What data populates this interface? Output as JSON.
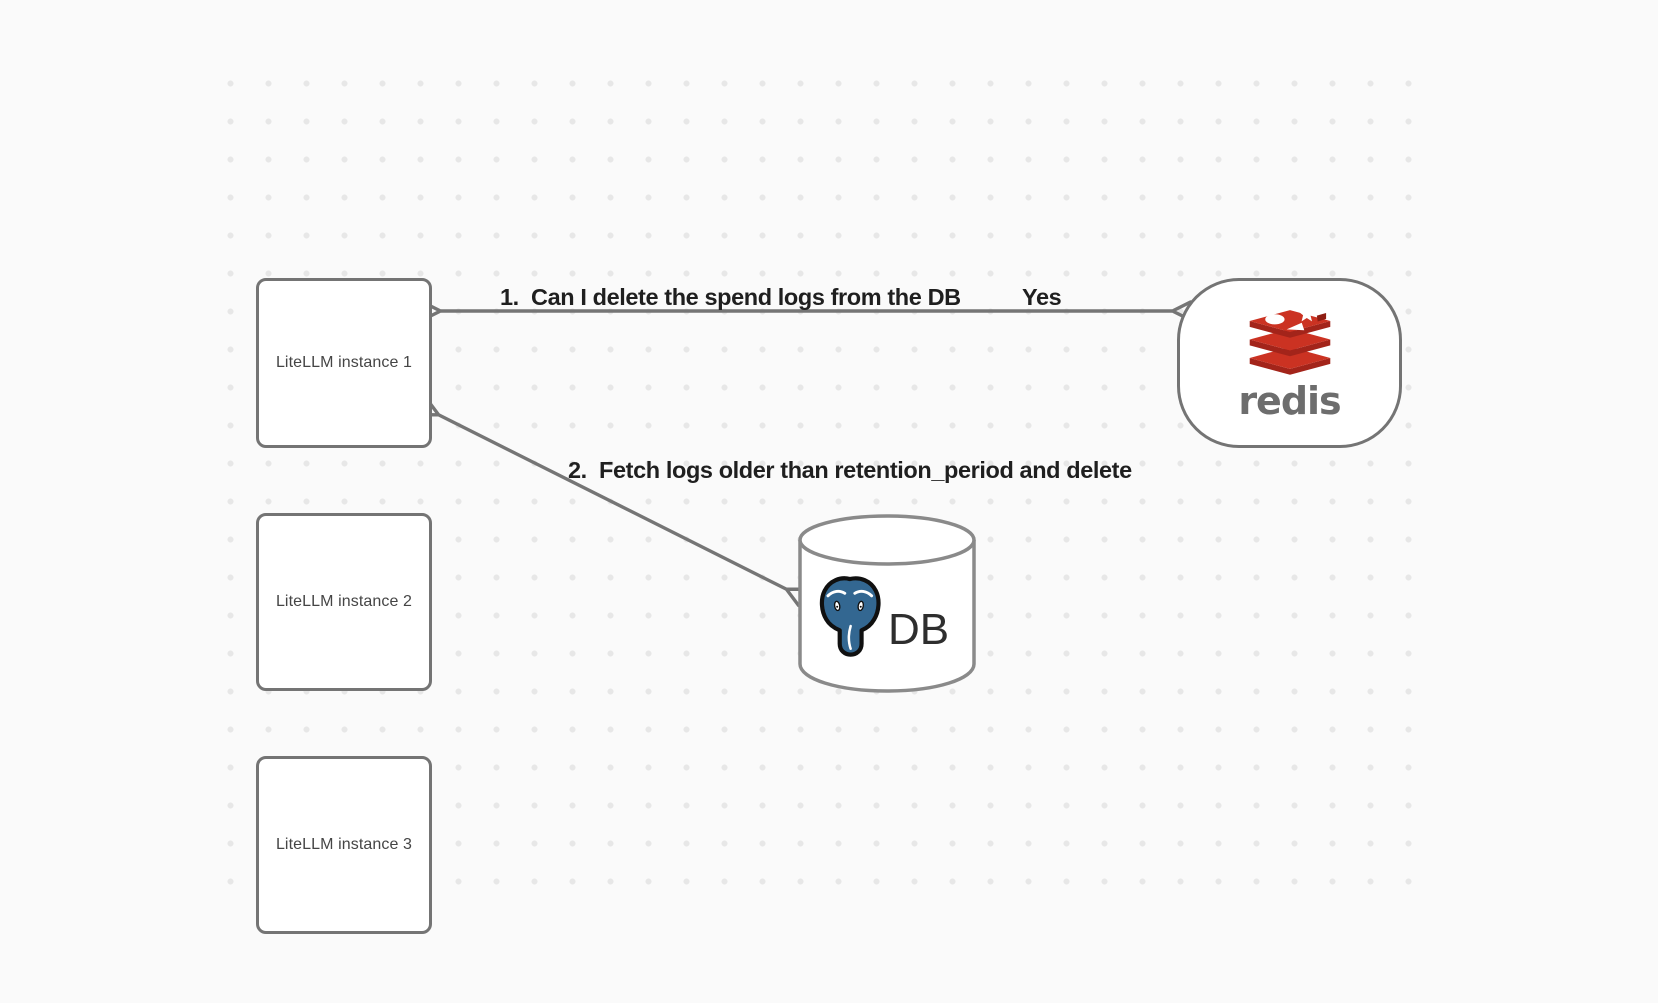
{
  "diagram": {
    "nodes": {
      "instance1": {
        "label": "LiteLLM instance 1"
      },
      "instance2": {
        "label": "LiteLLM instance 2"
      },
      "instance3": {
        "label": "LiteLLM instance 3"
      },
      "redis": {
        "wordmark": "redis"
      },
      "db": {
        "label": "DB"
      }
    },
    "edges": {
      "step1": {
        "label": "1.  Can I delete the spend logs from the DB",
        "answer": "Yes",
        "from": "LiteLLM instance 1",
        "to": "redis",
        "style": "double-headed-arrow"
      },
      "step2": {
        "label": "2.  Fetch logs older than retention_period and delete",
        "from": "LiteLLM instance 1",
        "to": "DB",
        "style": "double-headed-arrow"
      }
    },
    "colors": {
      "background": "#fafafa",
      "grid_dot": "#e7e7e7",
      "node_border": "#747474",
      "node_fill": "#ffffff",
      "arrow": "#757575",
      "edge_label_text": "#1f1f1f",
      "node_label_text": "#454545",
      "redis_red": "#cb3222",
      "redis_red_dark": "#a3241a",
      "redis_wordmark_gray": "#6d6d6d",
      "postgres_blue": "#336791",
      "db_label_text": "#2e2e2e"
    }
  }
}
